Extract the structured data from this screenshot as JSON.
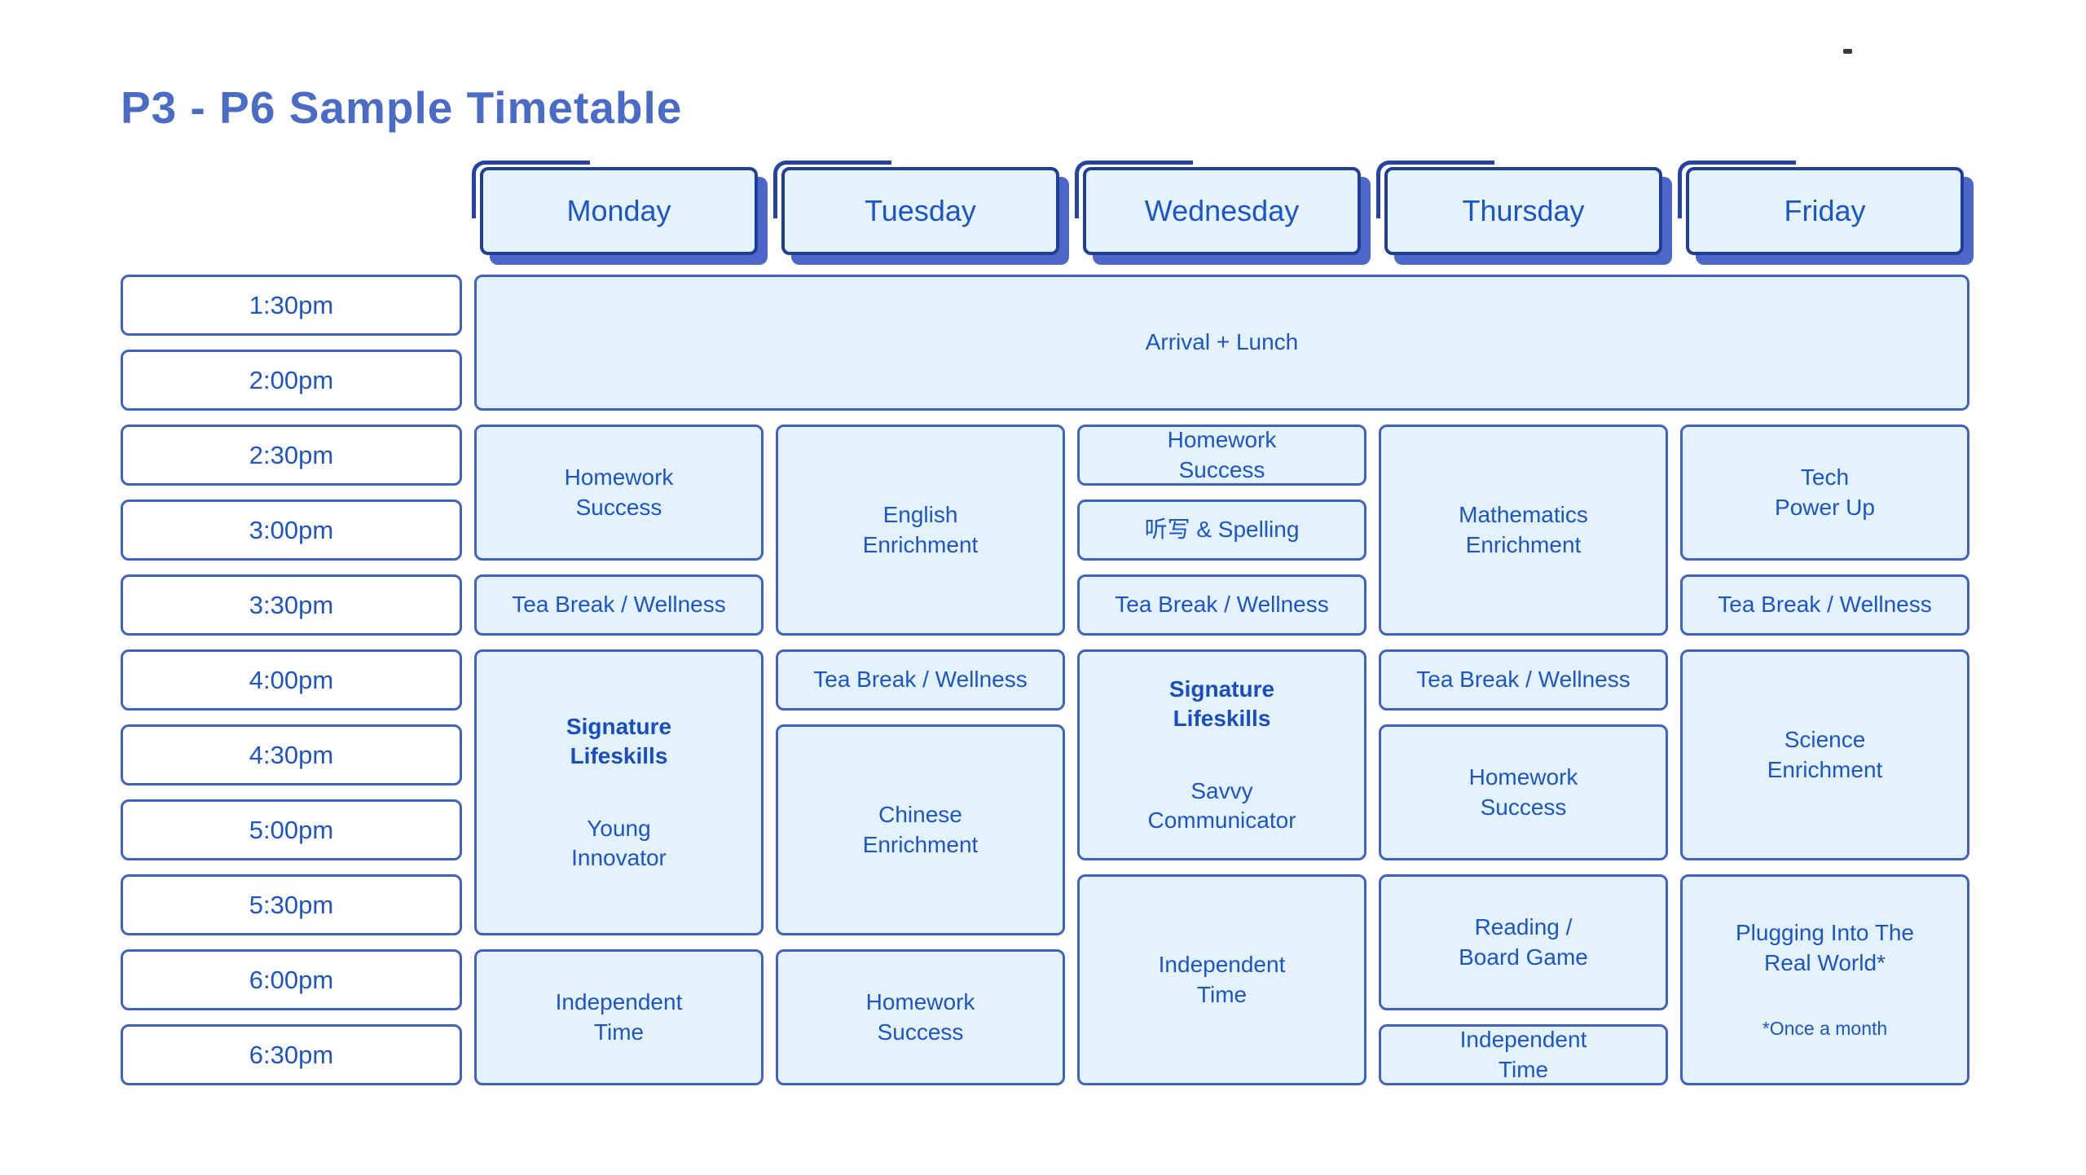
{
  "page": {
    "title": "P3 - P6 Sample Timetable"
  },
  "colors": {
    "title_text": "#4a6cc6",
    "header_fill": "#e4f3fd",
    "header_border": "#1f3e99",
    "header_shadow": "#4d67c8",
    "cell_fill": "#e3f2fc",
    "cell_border": "#4063c2",
    "cell_text": "#1d55c8",
    "time_fill": "#ffffff",
    "background": "#ffffff"
  },
  "days": [
    "Monday",
    "Tuesday",
    "Wednesday",
    "Thursday",
    "Friday"
  ],
  "times": [
    "1:30pm",
    "2:00pm",
    "2:30pm",
    "3:00pm",
    "3:30pm",
    "4:00pm",
    "4:30pm",
    "5:00pm",
    "5:30pm",
    "6:00pm",
    "6:30pm"
  ],
  "cells": [
    {
      "col": "all",
      "row": 0,
      "rowspan": 2,
      "text": "Arrival + Lunch"
    },
    {
      "col": 0,
      "row": 2,
      "rowspan": 2,
      "text": "Homework\nSuccess"
    },
    {
      "col": 0,
      "row": 4,
      "rowspan": 1,
      "text": "Tea Break / Wellness"
    },
    {
      "col": 0,
      "row": 5,
      "rowspan": 4,
      "bold": "Signature\nLifeskills",
      "text": "Young\nInnovator"
    },
    {
      "col": 0,
      "row": 9,
      "rowspan": 2,
      "text": "Independent\nTime"
    },
    {
      "col": 1,
      "row": 2,
      "rowspan": 3,
      "text": "English\nEnrichment"
    },
    {
      "col": 1,
      "row": 5,
      "rowspan": 1,
      "text": "Tea Break / Wellness"
    },
    {
      "col": 1,
      "row": 6,
      "rowspan": 3,
      "text": "Chinese\nEnrichment"
    },
    {
      "col": 1,
      "row": 9,
      "rowspan": 2,
      "text": "Homework\nSuccess"
    },
    {
      "col": 2,
      "row": 2,
      "rowspan": 1,
      "text": "Homework\nSuccess"
    },
    {
      "col": 2,
      "row": 3,
      "rowspan": 1,
      "text": "听写 & Spelling"
    },
    {
      "col": 2,
      "row": 4,
      "rowspan": 1,
      "text": "Tea Break / Wellness"
    },
    {
      "col": 2,
      "row": 5,
      "rowspan": 3,
      "bold": "Signature\nLifeskills",
      "text": "Savvy\nCommunicator"
    },
    {
      "col": 2,
      "row": 8,
      "rowspan": 3,
      "text": "Independent\nTime"
    },
    {
      "col": 3,
      "row": 2,
      "rowspan": 3,
      "text": "Mathematics\nEnrichment"
    },
    {
      "col": 3,
      "row": 5,
      "rowspan": 1,
      "text": "Tea Break / Wellness"
    },
    {
      "col": 3,
      "row": 6,
      "rowspan": 2,
      "text": "Homework\nSuccess"
    },
    {
      "col": 3,
      "row": 8,
      "rowspan": 2,
      "text": "Reading /\nBoard Game"
    },
    {
      "col": 3,
      "row": 10,
      "rowspan": 1,
      "text": "Independent\nTime"
    },
    {
      "col": 4,
      "row": 2,
      "rowspan": 2,
      "text": "Tech\nPower Up"
    },
    {
      "col": 4,
      "row": 4,
      "rowspan": 1,
      "text": "Tea Break / Wellness"
    },
    {
      "col": 4,
      "row": 5,
      "rowspan": 3,
      "text": "Science\nEnrichment"
    },
    {
      "col": 4,
      "row": 8,
      "rowspan": 3,
      "text": "Plugging Into The\nReal World*",
      "footnote": "*Once a month"
    }
  ]
}
